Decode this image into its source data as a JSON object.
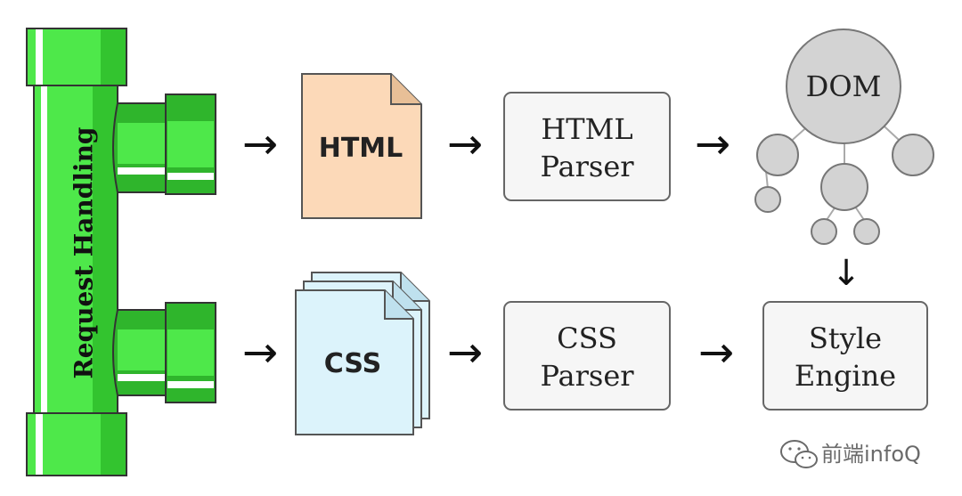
{
  "pipe": {
    "label": "Request Handling",
    "colors": {
      "light": "#4ee84a",
      "mid": "#33c42f",
      "dark": "#1f8f1c",
      "stroke": "#333333"
    }
  },
  "documents": {
    "html": {
      "label": "HTML",
      "fill": "#fcd9b8"
    },
    "css": {
      "label": "CSS",
      "fill": "#dcf3fb"
    }
  },
  "parsers": {
    "html_parser": {
      "line1": "HTML",
      "line2": "Parser"
    },
    "css_parser": {
      "line1": "CSS",
      "line2": "Parser"
    }
  },
  "dom": {
    "label": "DOM",
    "node_color": "#d3d3d3"
  },
  "style_engine": {
    "line1": "Style",
    "line2": "Engine"
  },
  "arrows": [
    "→",
    "→",
    "→",
    "→",
    "→",
    "→",
    "↓"
  ],
  "watermark": {
    "text": "前端infoQ",
    "icon": "wechat-icon"
  }
}
